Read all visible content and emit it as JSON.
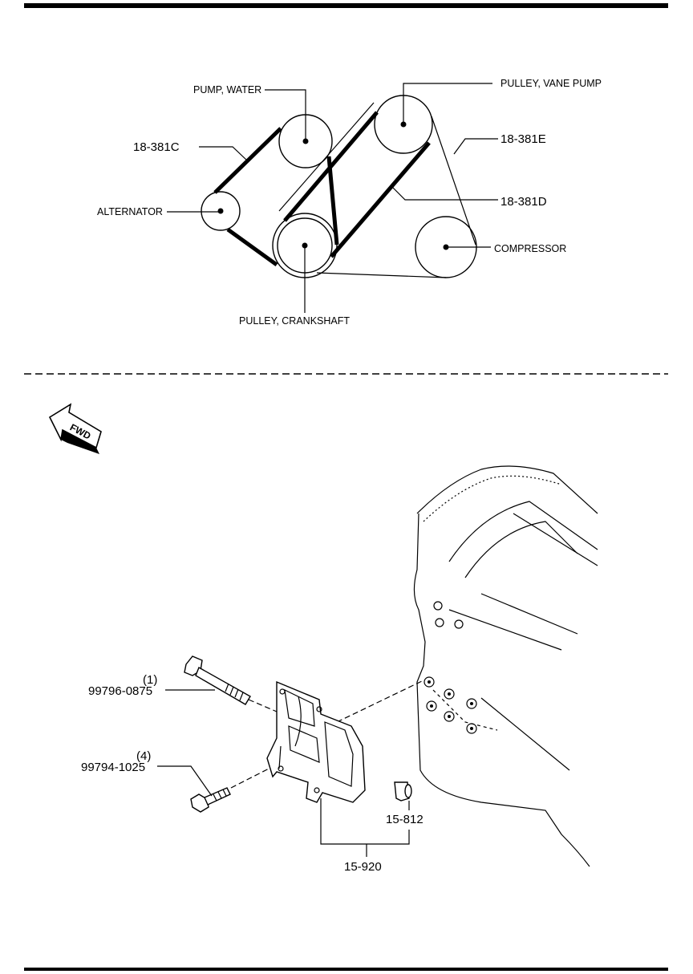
{
  "belt_diagram": {
    "labels": {
      "pump_water": "PUMP, WATER",
      "pulley_vane_pump": "PULLEY, VANE PUMP",
      "belt_c": "18-381C",
      "belt_e": "18-381E",
      "belt_d": "18-381D",
      "alternator": "ALTERNATOR",
      "compressor": "COMPRESSOR",
      "pulley_crankshaft": "PULLEY, CRANKSHAFT"
    }
  },
  "bracket_diagram": {
    "fwd_label": "FWD",
    "bolt_1": {
      "index": "(1)",
      "part_number": "99796-0875"
    },
    "bolt_4": {
      "index": "(4)",
      "part_number": "99794-1025"
    },
    "dowel": {
      "part_number": "15-812"
    },
    "bracket": {
      "part_number": "15-920"
    }
  }
}
